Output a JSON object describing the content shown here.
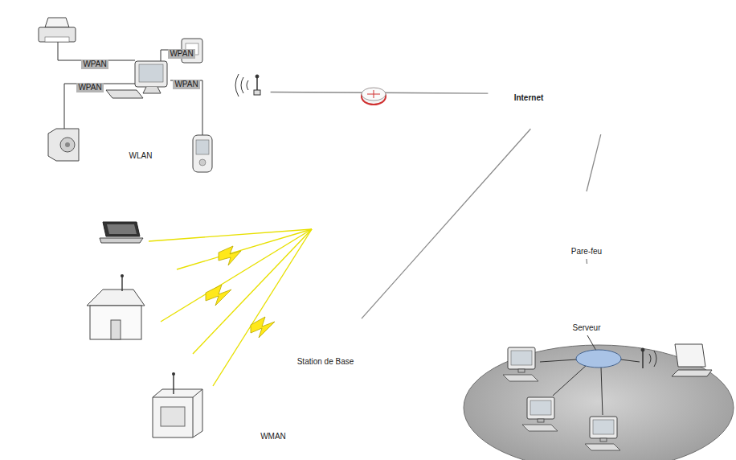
{
  "diagram": {
    "nodes": [
      {
        "text": [
          "WLAN"
        ]
      },
      {
        "text": [
          "Internet"
        ]
      },
      {
        "text": [
          "Pare-feu"
        ]
      },
      {
        "text": [
          "Serveur"
        ]
      },
      {
        "text": [
          "WMAN"
        ]
      },
      {
        "text": [
          "Station de Base"
        ],
        "in": 4
      }
    ],
    "edges": [
      {
        "from": 0,
        "to": 1,
        "arrow": "none"
      },
      {
        "from": 1,
        "to": 2,
        "arrow": "none"
      },
      {
        "from": 2,
        "to": 3,
        "arrow": "none"
      },
      {
        "from": 5,
        "to": 1,
        "arrow": "none"
      }
    ],
    "labels": [
      "WPAN",
      "WPAN",
      "WPAN",
      "WPAN"
    ]
  }
}
